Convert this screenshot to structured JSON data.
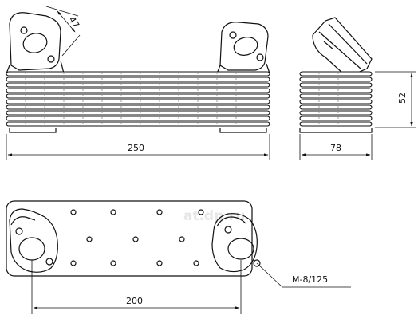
{
  "dimensions": {
    "length": "250",
    "depth": "78",
    "height": "52",
    "flange_angle": "47",
    "mount_spacing": "200",
    "thread": "M-8/125"
  },
  "watermark": {
    "text": "at.dp.ru"
  }
}
